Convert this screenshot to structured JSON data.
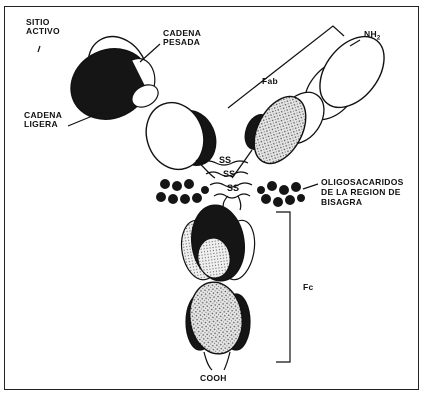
{
  "labels": {
    "sitio_activo": "SITIO\nACTIVO",
    "cadena_pesada": "CADENA\nPESADA",
    "cadena_ligera": "CADENA\nLIGERA",
    "nh2": "NH",
    "nh2_sub": "2",
    "fab": "Fab",
    "fc": "Fc",
    "oligosacaridos": "OLIGOSACARIDOS\nDE LA REGION DE\nBISAGRA",
    "cooh": "COOH",
    "ss": [
      "SS",
      "SS",
      "SS"
    ]
  },
  "colors": {
    "ink": "#111111",
    "dark_fill": "#151515",
    "stipple_fill": "#bdbdbd",
    "background": "#ffffff"
  }
}
